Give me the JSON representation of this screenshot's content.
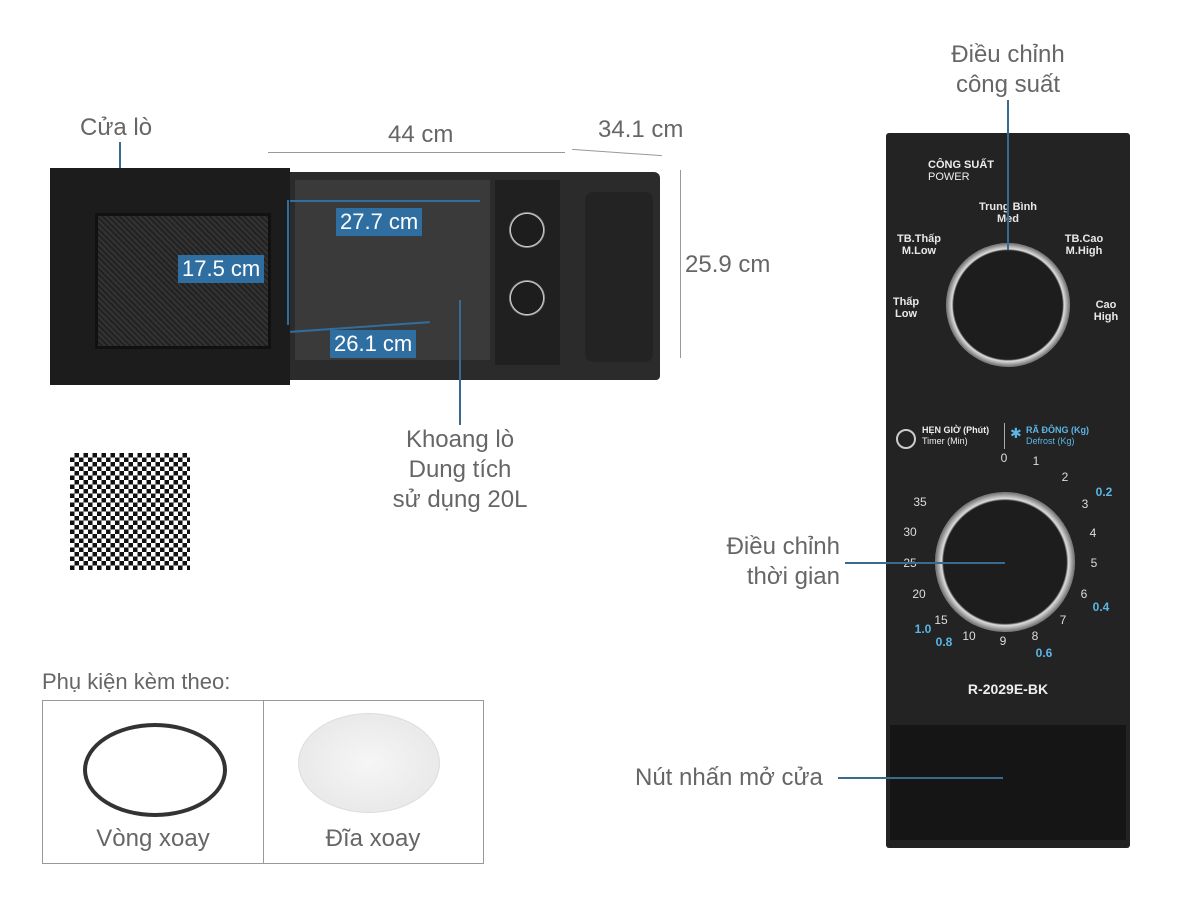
{
  "labels": {
    "door": "Cửa lò",
    "width": "44 cm",
    "depth": "34.1 cm",
    "height": "25.9 cm",
    "inner_width": "27.7 cm",
    "inner_height": "17.5 cm",
    "inner_depth": "26.1 cm",
    "cavity_line1": "Khoang lò",
    "cavity_line2": "Dung tích",
    "cavity_line3": "sử dụng 20L",
    "power_adjust_line1": "Điều chỉnh",
    "power_adjust_line2": "công suất",
    "time_adjust_line1": "Điều chỉnh",
    "time_adjust_line2": "thời gian",
    "door_button": "Nút nhấn mở cửa"
  },
  "accessories": {
    "title": "Phụ kiện kèm theo:",
    "items": [
      {
        "label": "Vòng xoay"
      },
      {
        "label": "Đĩa xoay"
      }
    ]
  },
  "panel": {
    "power_title": "CÔNG SUẤT",
    "power_sub": "POWER",
    "levels": {
      "med": [
        "Trung Bình",
        "Med"
      ],
      "mlow": [
        "TB.Thấp",
        "M.Low"
      ],
      "mhigh": [
        "TB.Cao",
        "M.High"
      ],
      "low": [
        "Thấp",
        "Low"
      ],
      "high": [
        "Cao",
        "High"
      ]
    },
    "timer_title": "HẸN GIỜ (Phút)",
    "timer_sub": "Timer (Min)",
    "defrost_title": "RÃ ĐÔNG (Kg)",
    "defrost_sub": "Defrost (Kg)",
    "timer_numbers": [
      "0",
      "1",
      "2",
      "3",
      "4",
      "5",
      "6",
      "7",
      "8",
      "9",
      "10",
      "15",
      "20",
      "25",
      "30",
      "35"
    ],
    "defrost_numbers": [
      "0.2",
      "0.4",
      "0.6",
      "0.8",
      "1.0"
    ],
    "model": "R-2029E-BK"
  },
  "colors": {
    "accent": "#2f6ea0",
    "defrost": "#5bb6e6"
  }
}
